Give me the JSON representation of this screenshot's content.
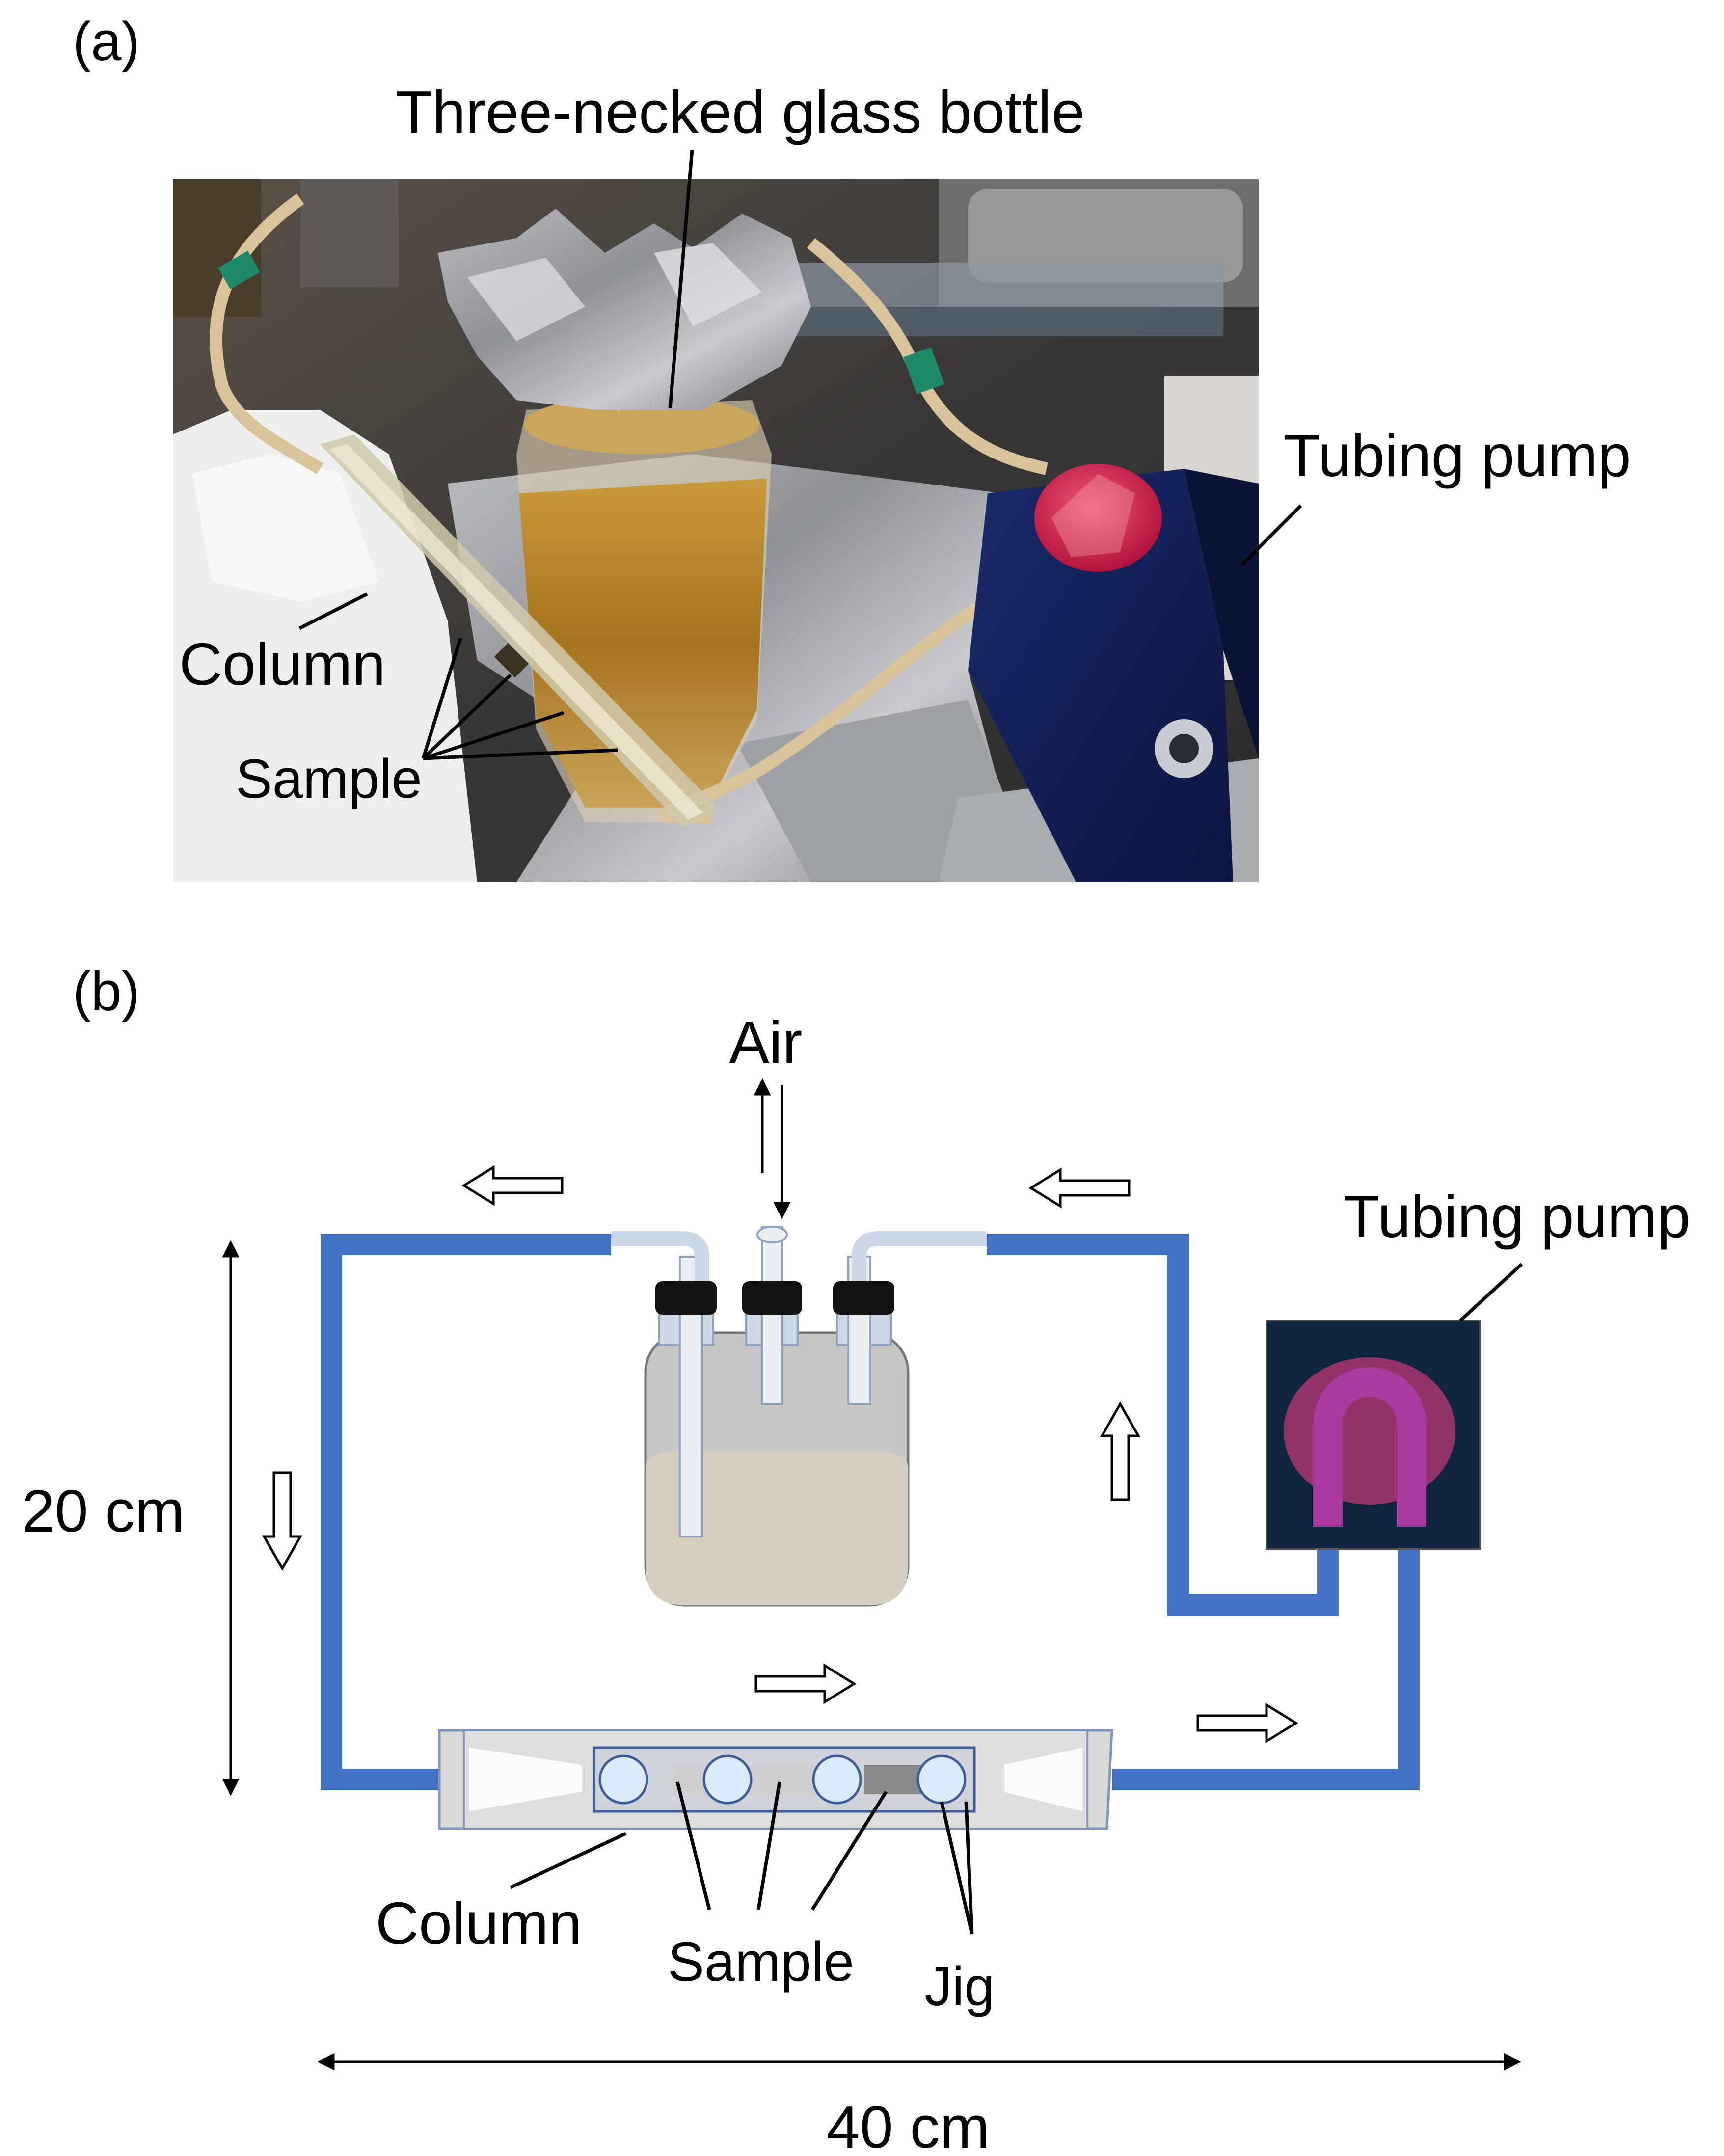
{
  "panels": {
    "a": {
      "label": "(a)"
    },
    "b": {
      "label": "(b)"
    }
  },
  "photo": {
    "labels": {
      "bottle": "Three-necked glass bottle",
      "pump": "Tubing pump",
      "column": "Column",
      "sample": "Sample"
    }
  },
  "diagram": {
    "labels": {
      "air": "Air",
      "pump": "Tubing pump",
      "column": "Column",
      "sample": "Sample",
      "jig": "Jig",
      "height": "20 cm",
      "width": "40 cm"
    },
    "colors": {
      "tube": "#4472c4",
      "pump_body": "#0f243d",
      "pump_head": "#ff3f8c",
      "pump_tube": "#a93aa0",
      "bottle_glass": "#c6c6c6",
      "liquid": "#d5cdbe",
      "cap": "#111111",
      "sample_dark": "#8a8a8a",
      "jig_circle": "#dcebfb"
    }
  }
}
